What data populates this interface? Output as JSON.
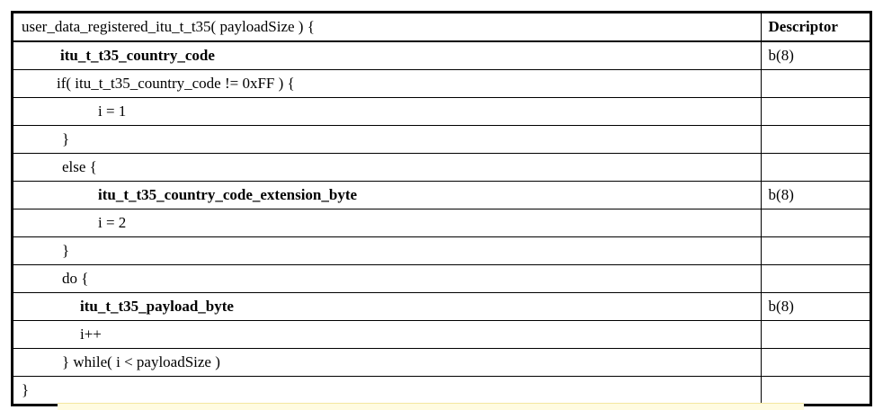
{
  "table": {
    "header": {
      "syntax": "user_data_registered_itu_t_t35( payloadSize ) {",
      "descriptor": "Descriptor"
    },
    "rows": [
      {
        "syntax": "itu_t_t35_country_code",
        "descriptor": "b(8)"
      },
      {
        "syntax": "if( itu_t_t35_country_code  !=  0xFF ) {",
        "descriptor": ""
      },
      {
        "syntax": "i = 1",
        "descriptor": ""
      },
      {
        "syntax": "}",
        "descriptor": ""
      },
      {
        "syntax": "else {",
        "descriptor": ""
      },
      {
        "syntax": "itu_t_t35_country_code_extension_byte",
        "descriptor": "b(8)"
      },
      {
        "syntax": "i = 2",
        "descriptor": ""
      },
      {
        "syntax": "}",
        "descriptor": ""
      },
      {
        "syntax": "do {",
        "descriptor": ""
      },
      {
        "syntax": "itu_t_t35_payload_byte",
        "descriptor": "b(8)"
      },
      {
        "syntax": "i++",
        "descriptor": ""
      },
      {
        "syntax": "} while( i < payloadSize )",
        "descriptor": ""
      },
      {
        "syntax": "}",
        "descriptor": ""
      }
    ]
  }
}
